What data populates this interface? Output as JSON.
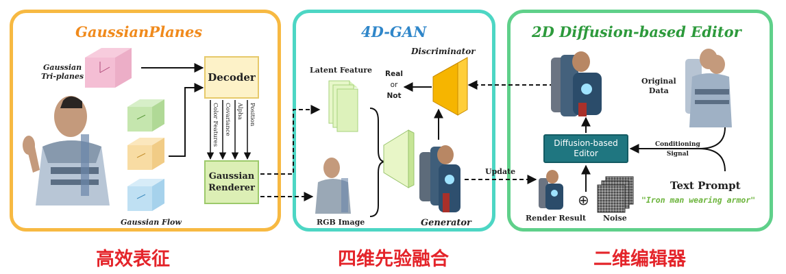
{
  "panels": {
    "gaussian": {
      "title": "GaussianPlanes",
      "caption": "高效表征",
      "triplane_label_1": "Gaussian",
      "triplane_label_2": "Tri-planes",
      "flow_label": "Gaussian Flow",
      "decoder_label": "Decoder",
      "renderer_label_1": "Gaussian",
      "renderer_label_2": "Renderer",
      "features": [
        "Color Features",
        "Covariance",
        "Alpha",
        "Position"
      ]
    },
    "gan": {
      "title": "4D-GAN",
      "caption": "四维先验融合",
      "latent_label": "Latent Feature",
      "rgb_label": "RGB Image",
      "discriminator_label": "Discriminator",
      "generator_label": "Generator",
      "real_label": "Real",
      "or_label": "or",
      "not_label": "Not"
    },
    "editor": {
      "title": "2D Diffusion-based Editor",
      "caption": "二维编辑器",
      "original_label_1": "Original",
      "original_label_2": "Data",
      "editor_label_1": "Diffusion-based",
      "editor_label_2": "Editor",
      "conditioning_label_1": "Conditioning",
      "conditioning_label_2": "Signal",
      "text_prompt_label": "Text Prompt",
      "prompt": "\"Iron man wearing armor\"",
      "render_result_label": "Render Result",
      "noise_label": "Noise",
      "update_label": "Update",
      "plus_symbol": "⊕"
    }
  },
  "colors": {
    "gaussian_border": "#f7b942",
    "gan_border": "#4dd6c4",
    "editor_border": "#5fd08a",
    "caption": "#e4242a"
  }
}
